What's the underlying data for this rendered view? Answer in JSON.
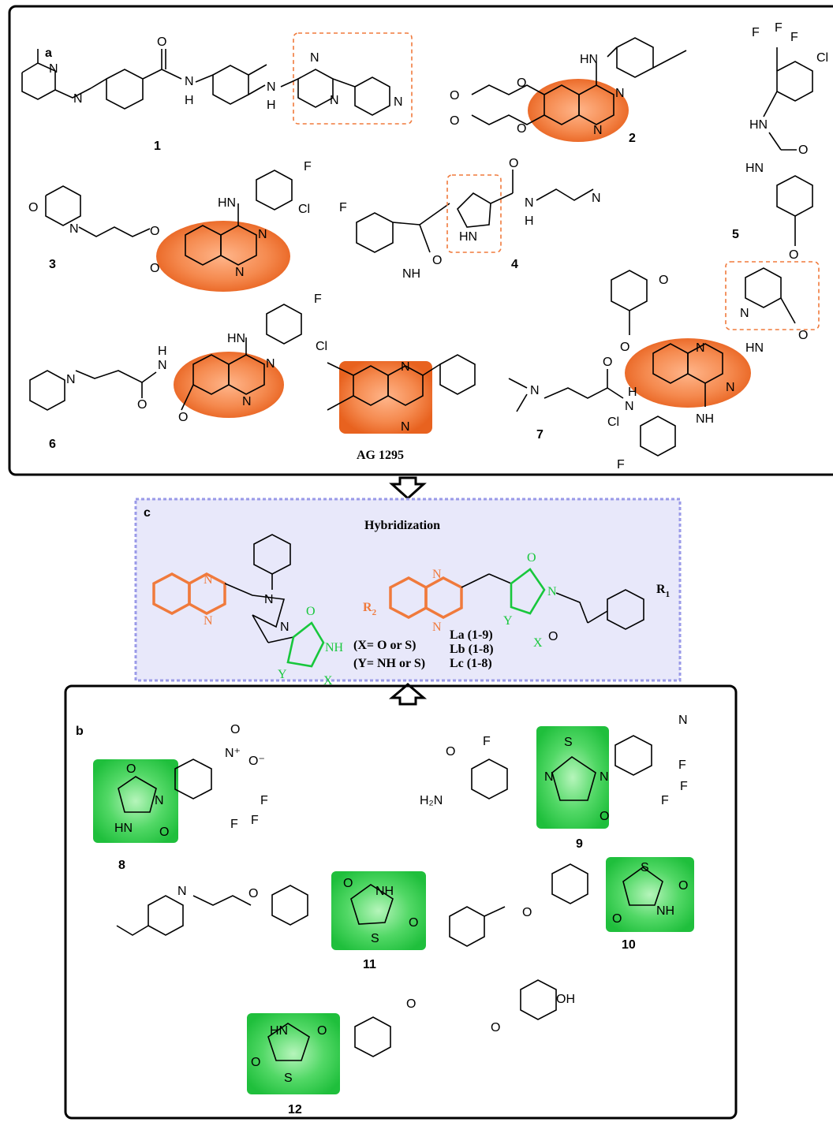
{
  "panels": {
    "a": {
      "label": "a"
    },
    "b": {
      "label": "b"
    },
    "c": {
      "label": "c",
      "title": "Hybridization"
    }
  },
  "compounds": {
    "c1": "1",
    "c2": "2",
    "c3": "3",
    "c4": "4",
    "c5": "5",
    "c6": "6",
    "c7": "7",
    "ag": "AG 1295",
    "c8": "8",
    "c9": "9",
    "c10": "10",
    "c11": "11",
    "c12": "12"
  },
  "hybrid": {
    "x_def": "(X= O or S)",
    "y_def": "(Y= NH or S)",
    "series_a": "La (1-9)",
    "series_b": "Lb (1-8)",
    "series_c": "Lc (1-8)",
    "r1": "R",
    "r1_sub": "1",
    "r2": "R",
    "r2_sub": "2"
  },
  "atoms": {
    "N": "N",
    "O": "O",
    "H": "H",
    "NH": "NH",
    "HN": "HN",
    "F": "F",
    "Cl": "Cl",
    "S": "S",
    "X": "X",
    "Y": "Y",
    "OH": "OH",
    "H2N": "H₂N",
    "NO2N": "N⁺",
    "Ominus": "O⁻"
  },
  "colors": {
    "highlight_orange": "#f07a3c",
    "highlight_green": "#18c73c",
    "panel_c_bg": "#e8e8fa",
    "panel_c_border": "#9a9ae8"
  }
}
